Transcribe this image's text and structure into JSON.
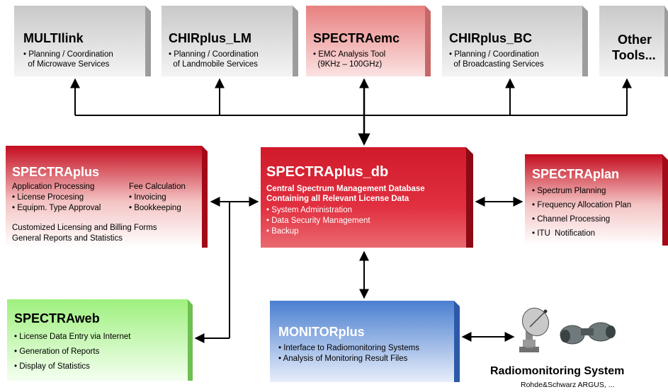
{
  "top": {
    "multilink": {
      "title": "MULTIlink",
      "lines": [
        "• Planning / Coordination",
        "  of Microwave Services"
      ]
    },
    "chirplus_lm": {
      "title": "CHIRplus_LM",
      "lines": [
        "• Planning / Coordination",
        "  of Landmobile Services"
      ]
    },
    "spectraemc": {
      "title": "SPECTRAemc",
      "lines": [
        "• EMC Analysis Tool",
        "  (9KHz – 100GHz)"
      ]
    },
    "chirplus_bc": {
      "title": "CHIRplus_BC",
      "lines": [
        "• Planning / Coordination",
        "  of Broadcasting Services"
      ]
    },
    "other": {
      "title1": "Other",
      "title2": "Tools..."
    }
  },
  "spectraplus": {
    "title": "SPECTRAplus",
    "col1": [
      "Application Processing",
      "• License Procesing",
      "• Equipm. Type Approval"
    ],
    "col2": [
      "Fee Calculation",
      "• Invoicing",
      "• Bookkeeping"
    ],
    "footer": [
      "Customized Licensing and Billing Forms",
      "General Reports and Statistics"
    ]
  },
  "db": {
    "title": "SPECTRAplus_db",
    "bold_lines": [
      "Central Spectrum Management Database",
      "Containing all Relevant License Data"
    ],
    "items": [
      "• System Administration",
      "• Data Security Management",
      "• Backup"
    ]
  },
  "plan": {
    "title": "SPECTRAplan",
    "items": [
      "• Spectrum Planning",
      "• Frequency Allocation Plan",
      "• Channel Processing",
      "• ITU  Notification"
    ]
  },
  "web": {
    "title": "SPECTRAweb",
    "items": [
      "• License Data Entry via Internet",
      "• Generation of Reports",
      "• Display of Statistics"
    ]
  },
  "monitor": {
    "title": "MONITORplus",
    "items": [
      "• Interface to Radiomonitoring Systems",
      "• Analysis of Monitoring Result Files"
    ]
  },
  "radio": {
    "title": "Radiomonitoring System",
    "subtitle": "Rohde&Schwarz ARGUS, ...",
    "icons": [
      "satellite-dish-icon",
      "binoculars-icon"
    ]
  },
  "colors": {
    "gray_top": "#d8d8d8",
    "red": "#c8102e",
    "pink_top": "#f2b3b3",
    "green": "#b6f5a0",
    "blue": "#5b8fd6"
  }
}
